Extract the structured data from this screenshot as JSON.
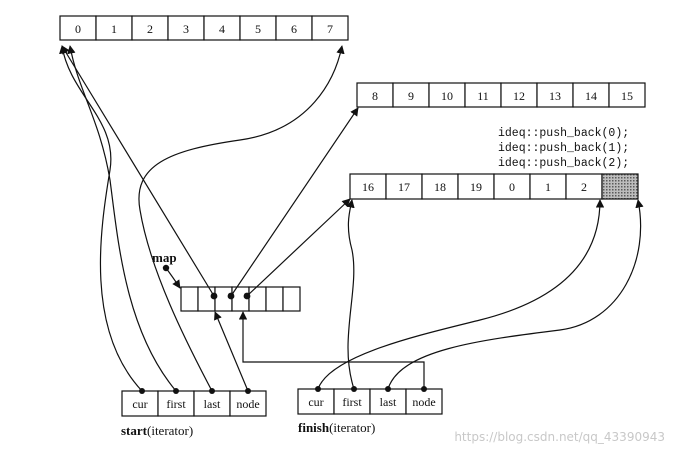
{
  "buffer_a": [
    "0",
    "1",
    "2",
    "3",
    "4",
    "5",
    "6",
    "7"
  ],
  "buffer_b": [
    "8",
    "9",
    "10",
    "11",
    "12",
    "13",
    "14",
    "15"
  ],
  "buffer_c": [
    "16",
    "17",
    "18",
    "19",
    "0",
    "1",
    "2",
    ""
  ],
  "code_lines": [
    "ideq::push_back(0);",
    "ideq::push_back(1);",
    "ideq::push_back(2);"
  ],
  "map_label": "map",
  "start_iter": {
    "fields": [
      "cur",
      "first",
      "last",
      "node"
    ],
    "name_bold": "start",
    "name_rest": "(iterator)"
  },
  "finish_iter": {
    "fields": [
      "cur",
      "first",
      "last",
      "node"
    ],
    "name_bold": "finish",
    "name_rest": "(iterator)"
  },
  "watermark": "https://blog.csdn.net/qq_43390943",
  "colors": {
    "ink": "#111111",
    "shaded_cell": "#9a9a9a",
    "watermark": "#c8c8c8"
  }
}
